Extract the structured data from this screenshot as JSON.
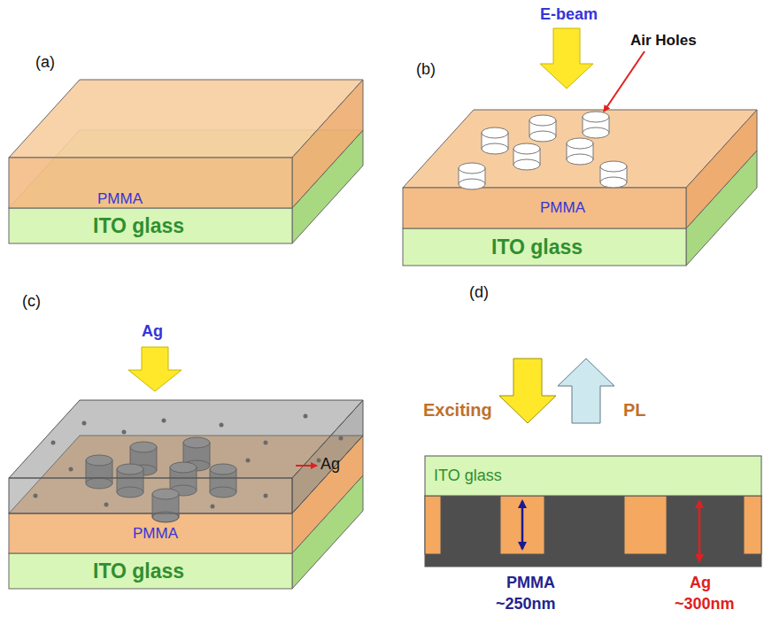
{
  "diagram": {
    "nodes": [
      {
        "text": [
          "PMMA"
        ]
      },
      {
        "text": [
          "ITO glass"
        ]
      },
      {
        "text": [
          "PMMA"
        ]
      },
      {
        "text": [
          "ITO glass"
        ]
      },
      {
        "text": [
          "PMMA"
        ]
      },
      {
        "text": [
          "ITO glass"
        ]
      },
      {
        "text": [
          "ITO glass"
        ]
      }
    ],
    "labels": [
      "(a)",
      "(b)",
      "E-beam",
      "Air Holes",
      "(c)",
      "Ag",
      "Ag",
      "(d)",
      "Exciting",
      "PL",
      "PMMA",
      "~250nm",
      "Ag",
      "~300nm"
    ]
  }
}
